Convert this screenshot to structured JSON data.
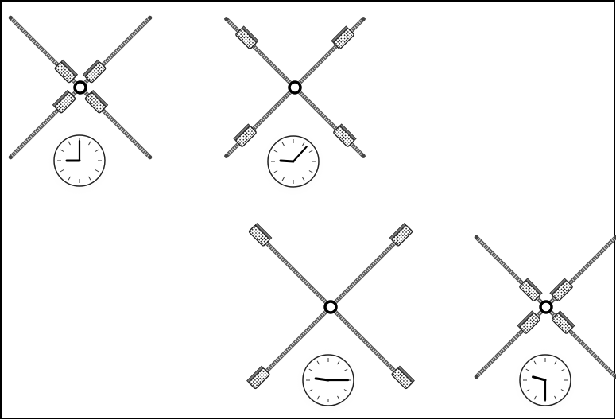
{
  "figure": {
    "panels": [
      {
        "label": "",
        "clock": {
          "hours": 9,
          "minutes": 0
        },
        "crane": "retracted"
      },
      {
        "label": "",
        "clock": {
          "hours": 9,
          "minutes": 7
        },
        "crane": "extended"
      },
      {
        "label": "",
        "clock": {
          "hours": 9,
          "minutes": 15
        },
        "crane": "extended"
      },
      {
        "label": "",
        "clock": {
          "hours": 9,
          "minutes": 30
        },
        "crane": "retracted"
      }
    ],
    "colors": {
      "frame": "#000000",
      "rail": "#9a9a9a",
      "rail_dark": "#555555",
      "carriage": "#444444",
      "hub": "#000000",
      "clock_face": "#ffffff",
      "clock_glow": "#d8d8d8"
    }
  }
}
